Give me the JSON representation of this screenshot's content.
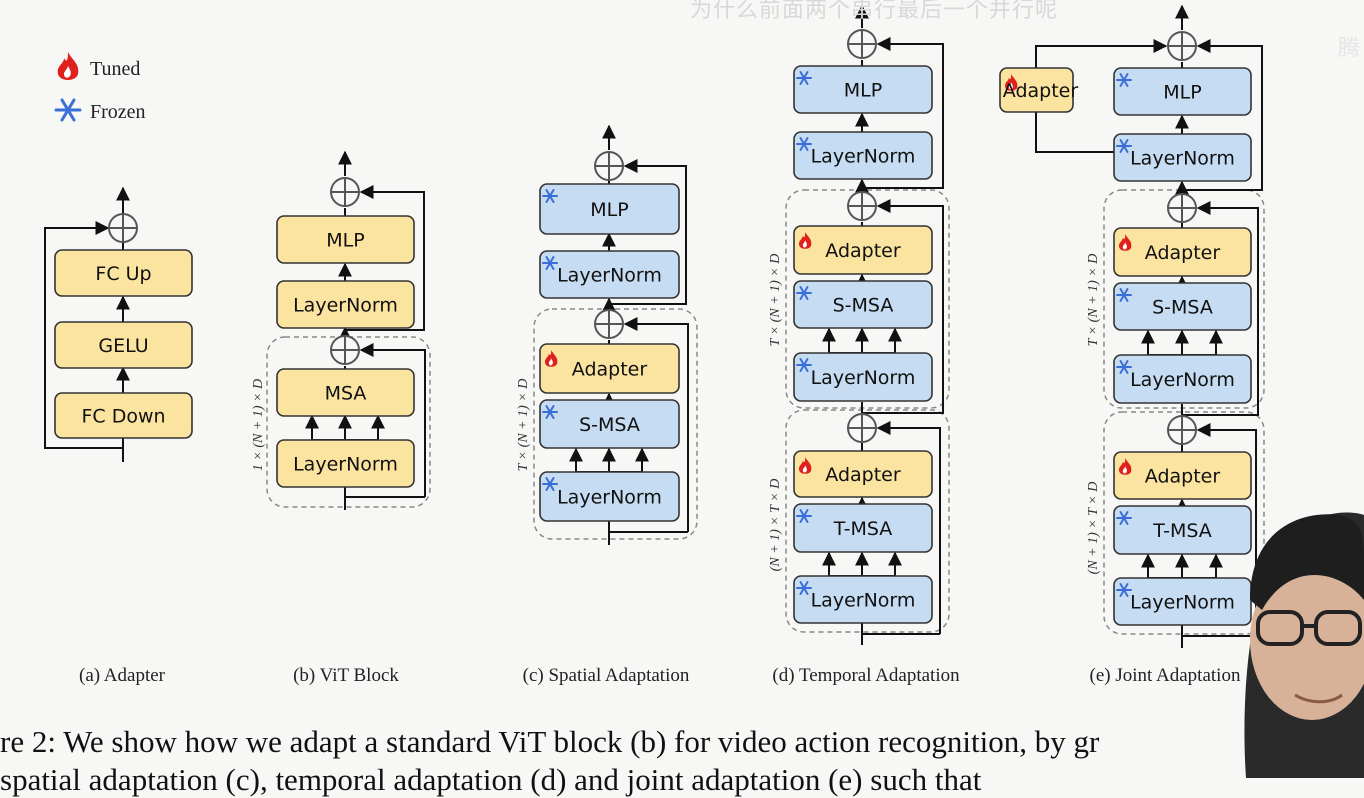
{
  "subtitle": "为什么前面两个串行最后一个并行呢",
  "watermark": "腾",
  "legend": {
    "tuned": "Tuned",
    "frozen": "Frozen"
  },
  "dims": {
    "b": "1 × (N + 1) × D",
    "c": "T × (N + 1) × D",
    "d_top": "T × (N + 1) × D",
    "d_bottom": "(N + 1) × T × D",
    "e_top": "T × (N + 1) × D",
    "e_bottom": "(N + 1) × T × D"
  },
  "captions": {
    "a": "(a) Adapter",
    "b": "(b) ViT Block",
    "c": "(c) Spatial Adaptation",
    "d": "(d) Temporal Adaptation",
    "e": "(e) Joint Adaptation"
  },
  "boxes": {
    "a": [
      "FC Up",
      "GELU",
      "FC Down"
    ],
    "b": [
      "MLP",
      "LayerNorm",
      "MSA",
      "LayerNorm"
    ],
    "c": [
      "MLP",
      "LayerNorm",
      "Adapter",
      "S-MSA",
      "LayerNorm"
    ],
    "d": [
      "MLP",
      "LayerNorm",
      "Adapter",
      "S-MSA",
      "LayerNorm",
      "Adapter",
      "T-MSA",
      "LayerNorm"
    ],
    "e": [
      "Adapter",
      "MLP",
      "LayerNorm",
      "Adapter",
      "S-MSA",
      "LayerNorm",
      "Adapter",
      "T-MSA",
      "LayerNorm"
    ]
  },
  "body": {
    "line1": "re 2: We show how we adapt a standard ViT block (b) for video action recognition, by gr",
    "line2": "spatial adaptation (c), temporal adaptation (d) and joint adaptation (e) such that"
  },
  "colors": {
    "tuned": "#fbe3a0",
    "frozen": "#c6dcf2",
    "border": "#333333",
    "flame": "#e0201c",
    "snow": "#3a6fd8"
  }
}
